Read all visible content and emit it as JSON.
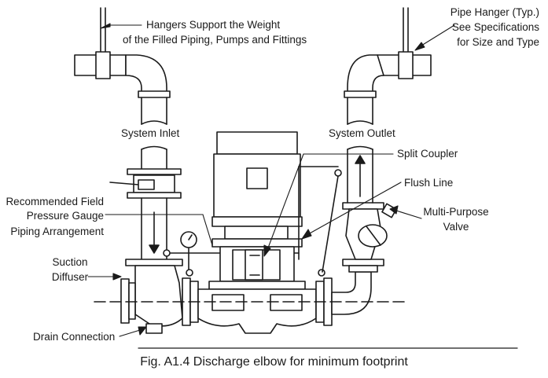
{
  "labels": {
    "hangers_support_line1": "Hangers Support the Weight",
    "hangers_support_line2": "of the Filled Piping, Pumps and Fittings",
    "pipe_hanger_line1": "Pipe Hanger (Typ.)",
    "pipe_hanger_line2": "See Specifications",
    "pipe_hanger_line3": "for Size and Type",
    "system_inlet": "System Inlet",
    "system_outlet": "System Outlet",
    "split_coupler": "Split Coupler",
    "flush_line": "Flush Line",
    "multi_purpose_line1": "Multi-Purpose",
    "multi_purpose_line2": "Valve",
    "recommended_line1": "Recommended Field",
    "recommended_line2": "Pressure Gauge",
    "recommended_line3": "Piping Arrangement",
    "suction_line1": "Suction",
    "suction_line2": "Diffuser",
    "drain_connection": "Drain Connection"
  },
  "caption": "Fig. A1.4  Discharge elbow for minimum footprint",
  "colors": {
    "line": "#1a1a1a",
    "fill": "#ffffff",
    "rule": "#1a1a1a"
  }
}
